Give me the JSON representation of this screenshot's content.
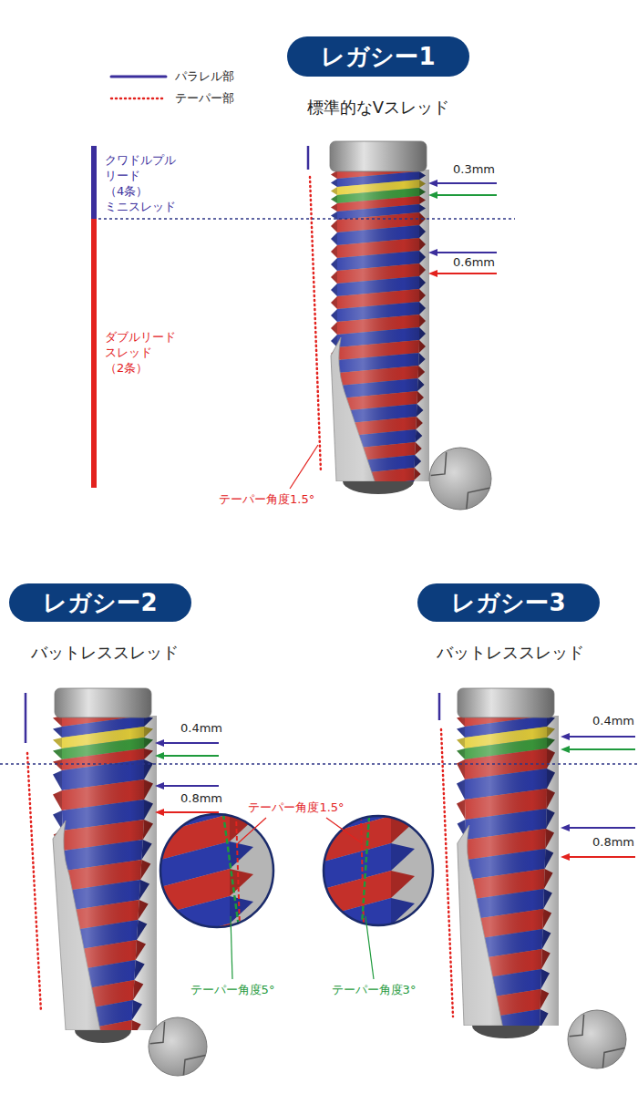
{
  "diagram": {
    "nodes": [
      {
        "text": [
          "レガシー1"
        ]
      },
      {
        "text": [
          "レガシー2"
        ]
      },
      {
        "text": [
          "レガシー3"
        ]
      }
    ],
    "labels": [
      "標準的なVスレッド",
      "クワドルプル リード（4条） ミニスレッド",
      "ダブルリード スレッド （2条）",
      "0.3mm",
      "0.6mm",
      "テーパー角度1.5°",
      "バットレススレッド",
      "バットレススレッド",
      "0.4mm",
      "0.8mm",
      "テーパー角度1.5°",
      "テーパー角度5°",
      "テーパー角度3°",
      "0.4mm",
      "0.8mm"
    ],
    "legend": [
      {
        "text": "パラレル部"
      },
      {
        "text": "テーパー部"
      }
    ]
  }
}
